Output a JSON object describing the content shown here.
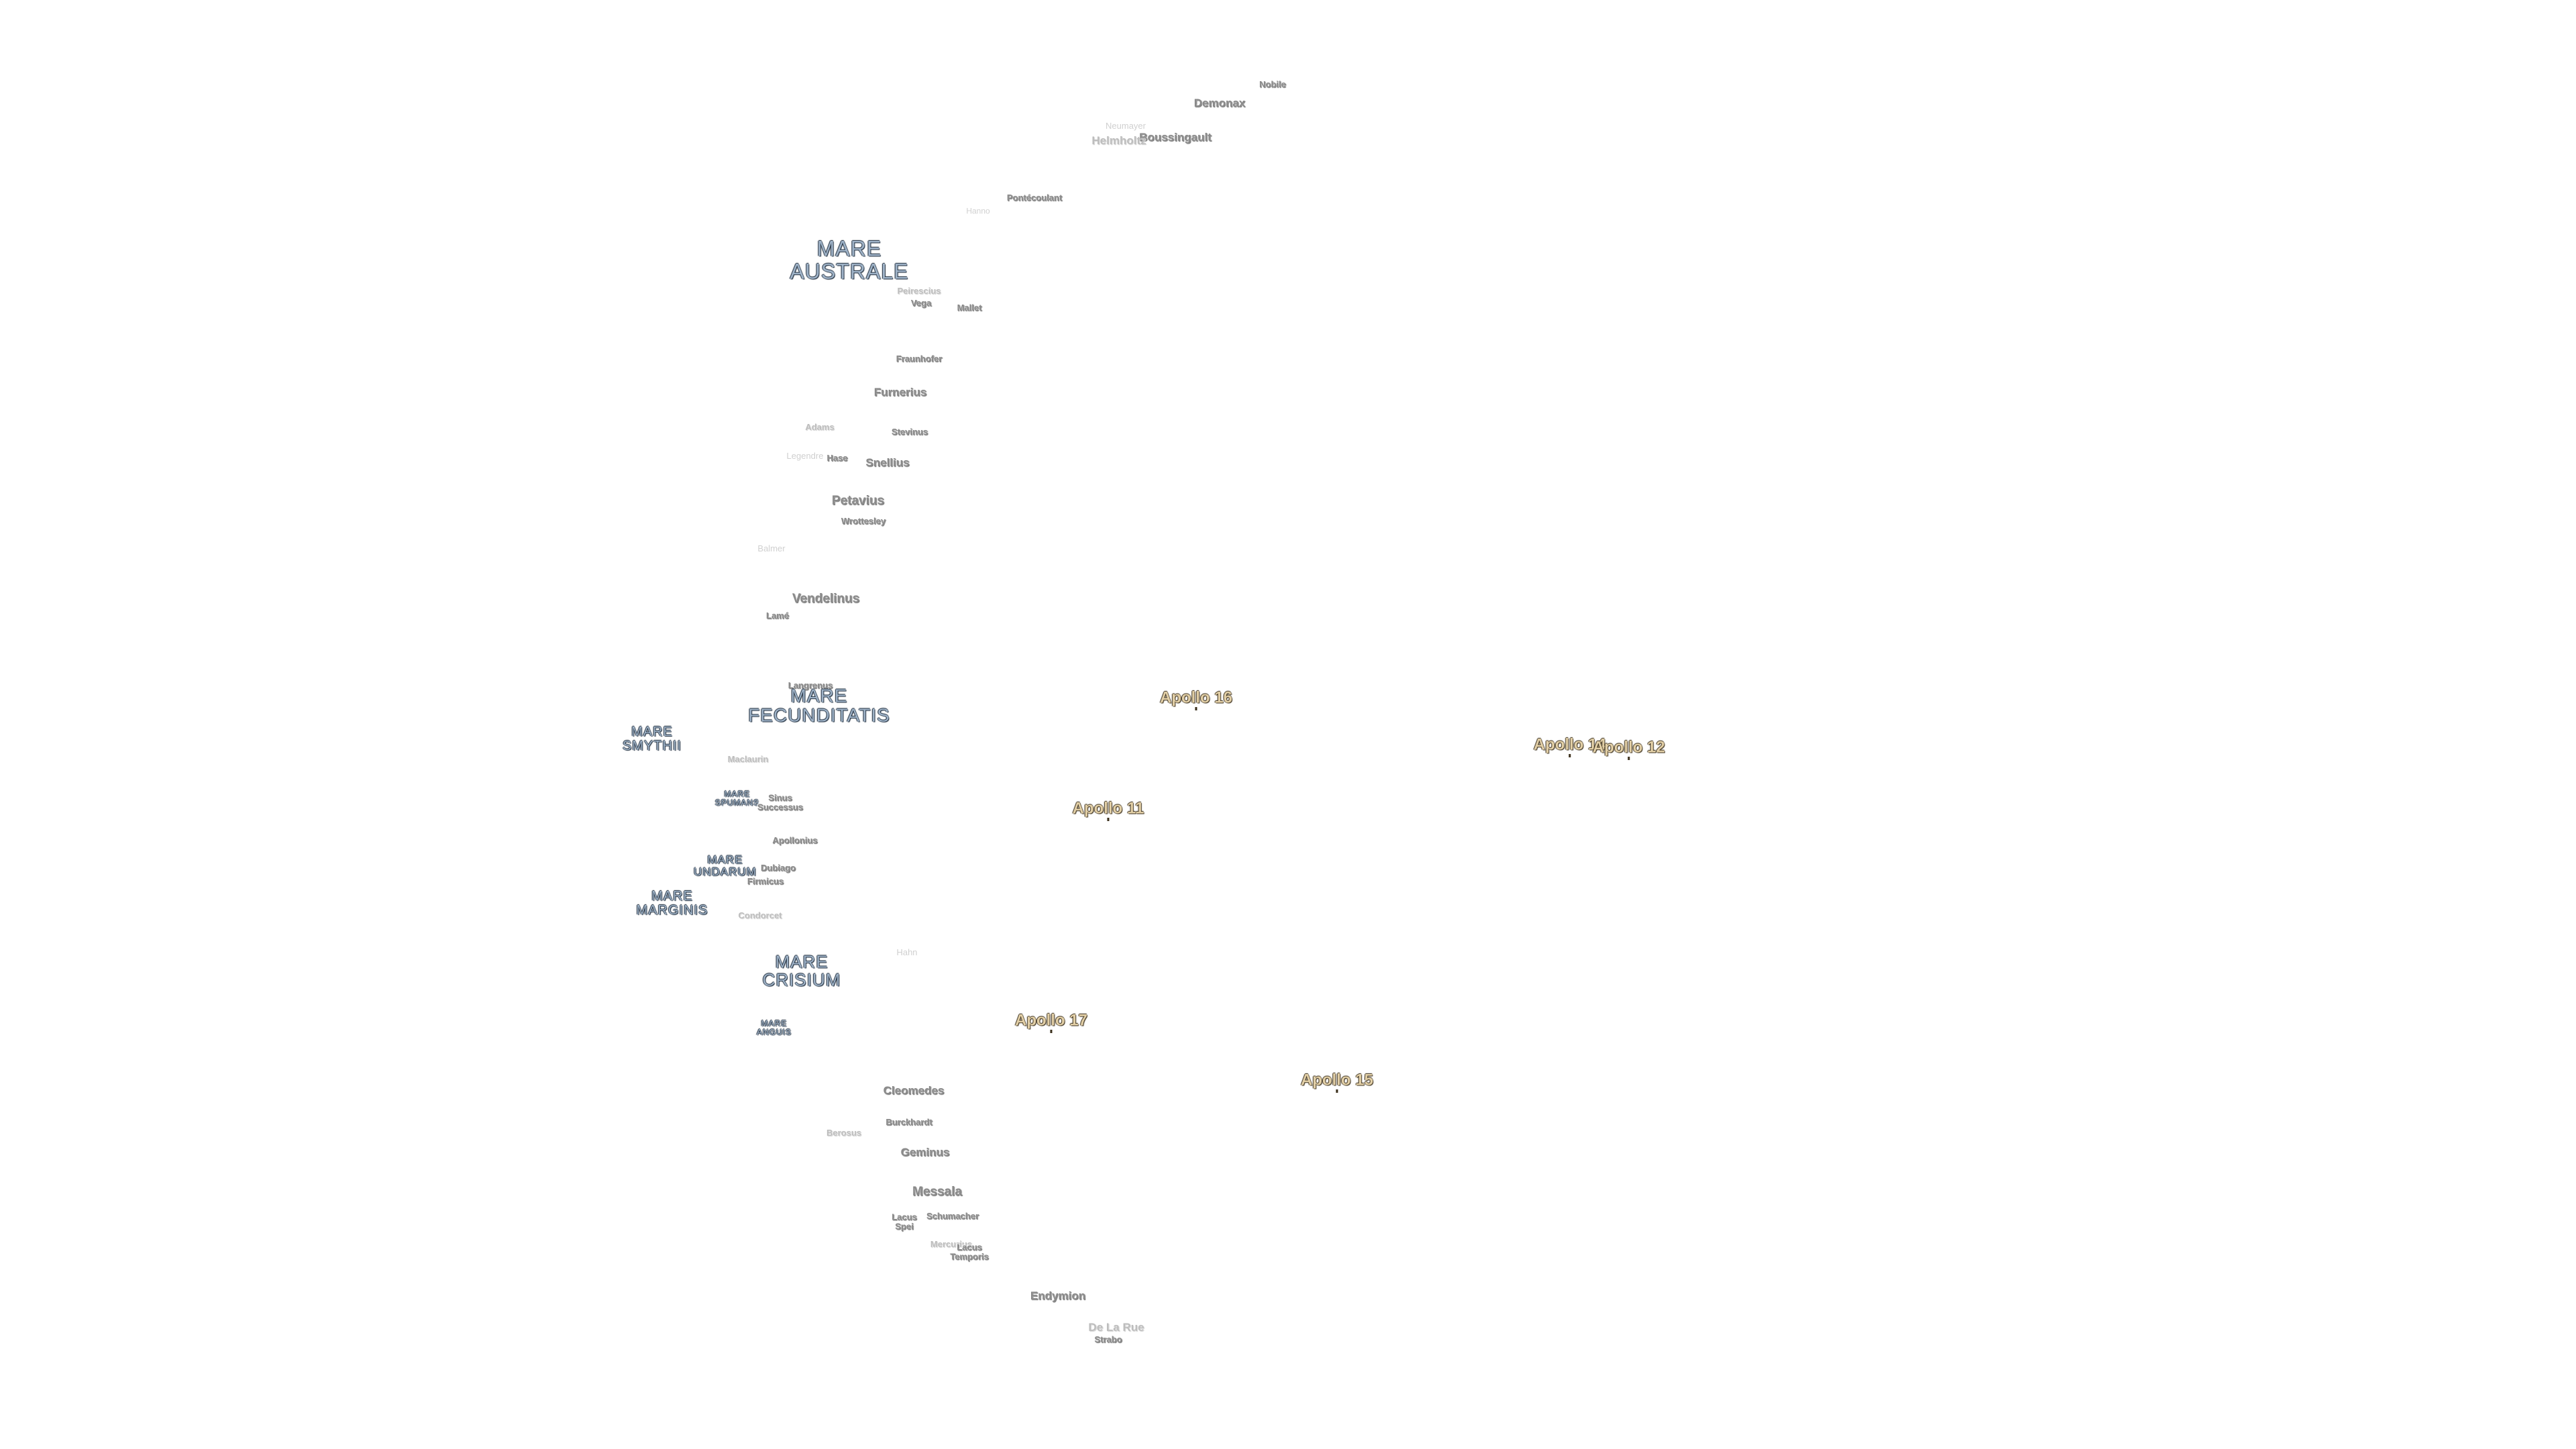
{
  "labels": {
    "nobile": "Nobile",
    "demonax": "Demonax",
    "boussingault": "Boussingault",
    "helmholtz": "Helmholtz",
    "neumayer": "Neumayer",
    "pontecoulant": "Pontécoulant",
    "hanno": "Hanno",
    "mare_australe_1": "MARE",
    "mare_australe_2": "AUSTRALE",
    "peirescius": "Peirescius",
    "vega": "Vega",
    "mallet": "Mallet",
    "fraunhofer": "Fraunhofer",
    "furnerius": "Furnerius",
    "adams": "Adams",
    "stevinus": "Stevinus",
    "legendre": "Legendre",
    "hase": "Hase",
    "snellius": "Snellius",
    "petavius": "Petavius",
    "wrottesley": "Wrottesley",
    "balmer": "Balmer",
    "vendelinus": "Vendelinus",
    "lame": "Lamé",
    "langrenus": "Langrenus",
    "mare_fecunditatis_1": "MARE",
    "mare_fecunditatis_2": "FECUNDITATIS",
    "mare_smythii_1": "MARE",
    "mare_smythii_2": "SMYTHII",
    "maclaurin": "Maclaurin",
    "mare_spumans_1": "MARE",
    "mare_spumans_2": "SPUMANS",
    "sinus_successus_1": "Sinus",
    "sinus_successus_2": "Successus",
    "apollonius": "Apollonius",
    "mare_undarum_1": "MARE",
    "mare_undarum_2": "UNDARUM",
    "dubiago": "Dubiago",
    "firmicus": "Firmicus",
    "mare_marginis_1": "MARE",
    "mare_marginis_2": "MARGINIS",
    "condorcet": "Condorcet",
    "faint_label": "Hahn",
    "mare_crisium_1": "MARE",
    "mare_crisium_2": "CRISIUM",
    "mare_anguis_1": "MARE",
    "mare_anguis_2": "ANGUIS",
    "cleomedes": "Cleomedes",
    "burckhardt": "Burckhardt",
    "berosus": "Berosus",
    "geminus": "Geminus",
    "messala": "Messala",
    "lacus_spei_1": "Lacus",
    "lacus_spei_2": "Spei",
    "schumacher": "Schumacher",
    "mercurius": "Mercurius",
    "lacus_temporis_1": "Lacus",
    "lacus_temporis_2": "Temporis",
    "endymion": "Endymion",
    "de_la_rue": "De La Rue",
    "strabo": "Strabo",
    "apollo_16": "Apollo 16",
    "apollo_14": "Apollo 14",
    "apollo_12": "Apollo 12",
    "apollo_11": "Apollo 11",
    "apollo_17": "Apollo 17",
    "apollo_15": "Apollo 15"
  },
  "colors": {
    "background": "#ffffff",
    "crater_text": "#8a8a8a",
    "mare_text": "#9fb3c8",
    "apollo_text": "#e2cfa6"
  }
}
